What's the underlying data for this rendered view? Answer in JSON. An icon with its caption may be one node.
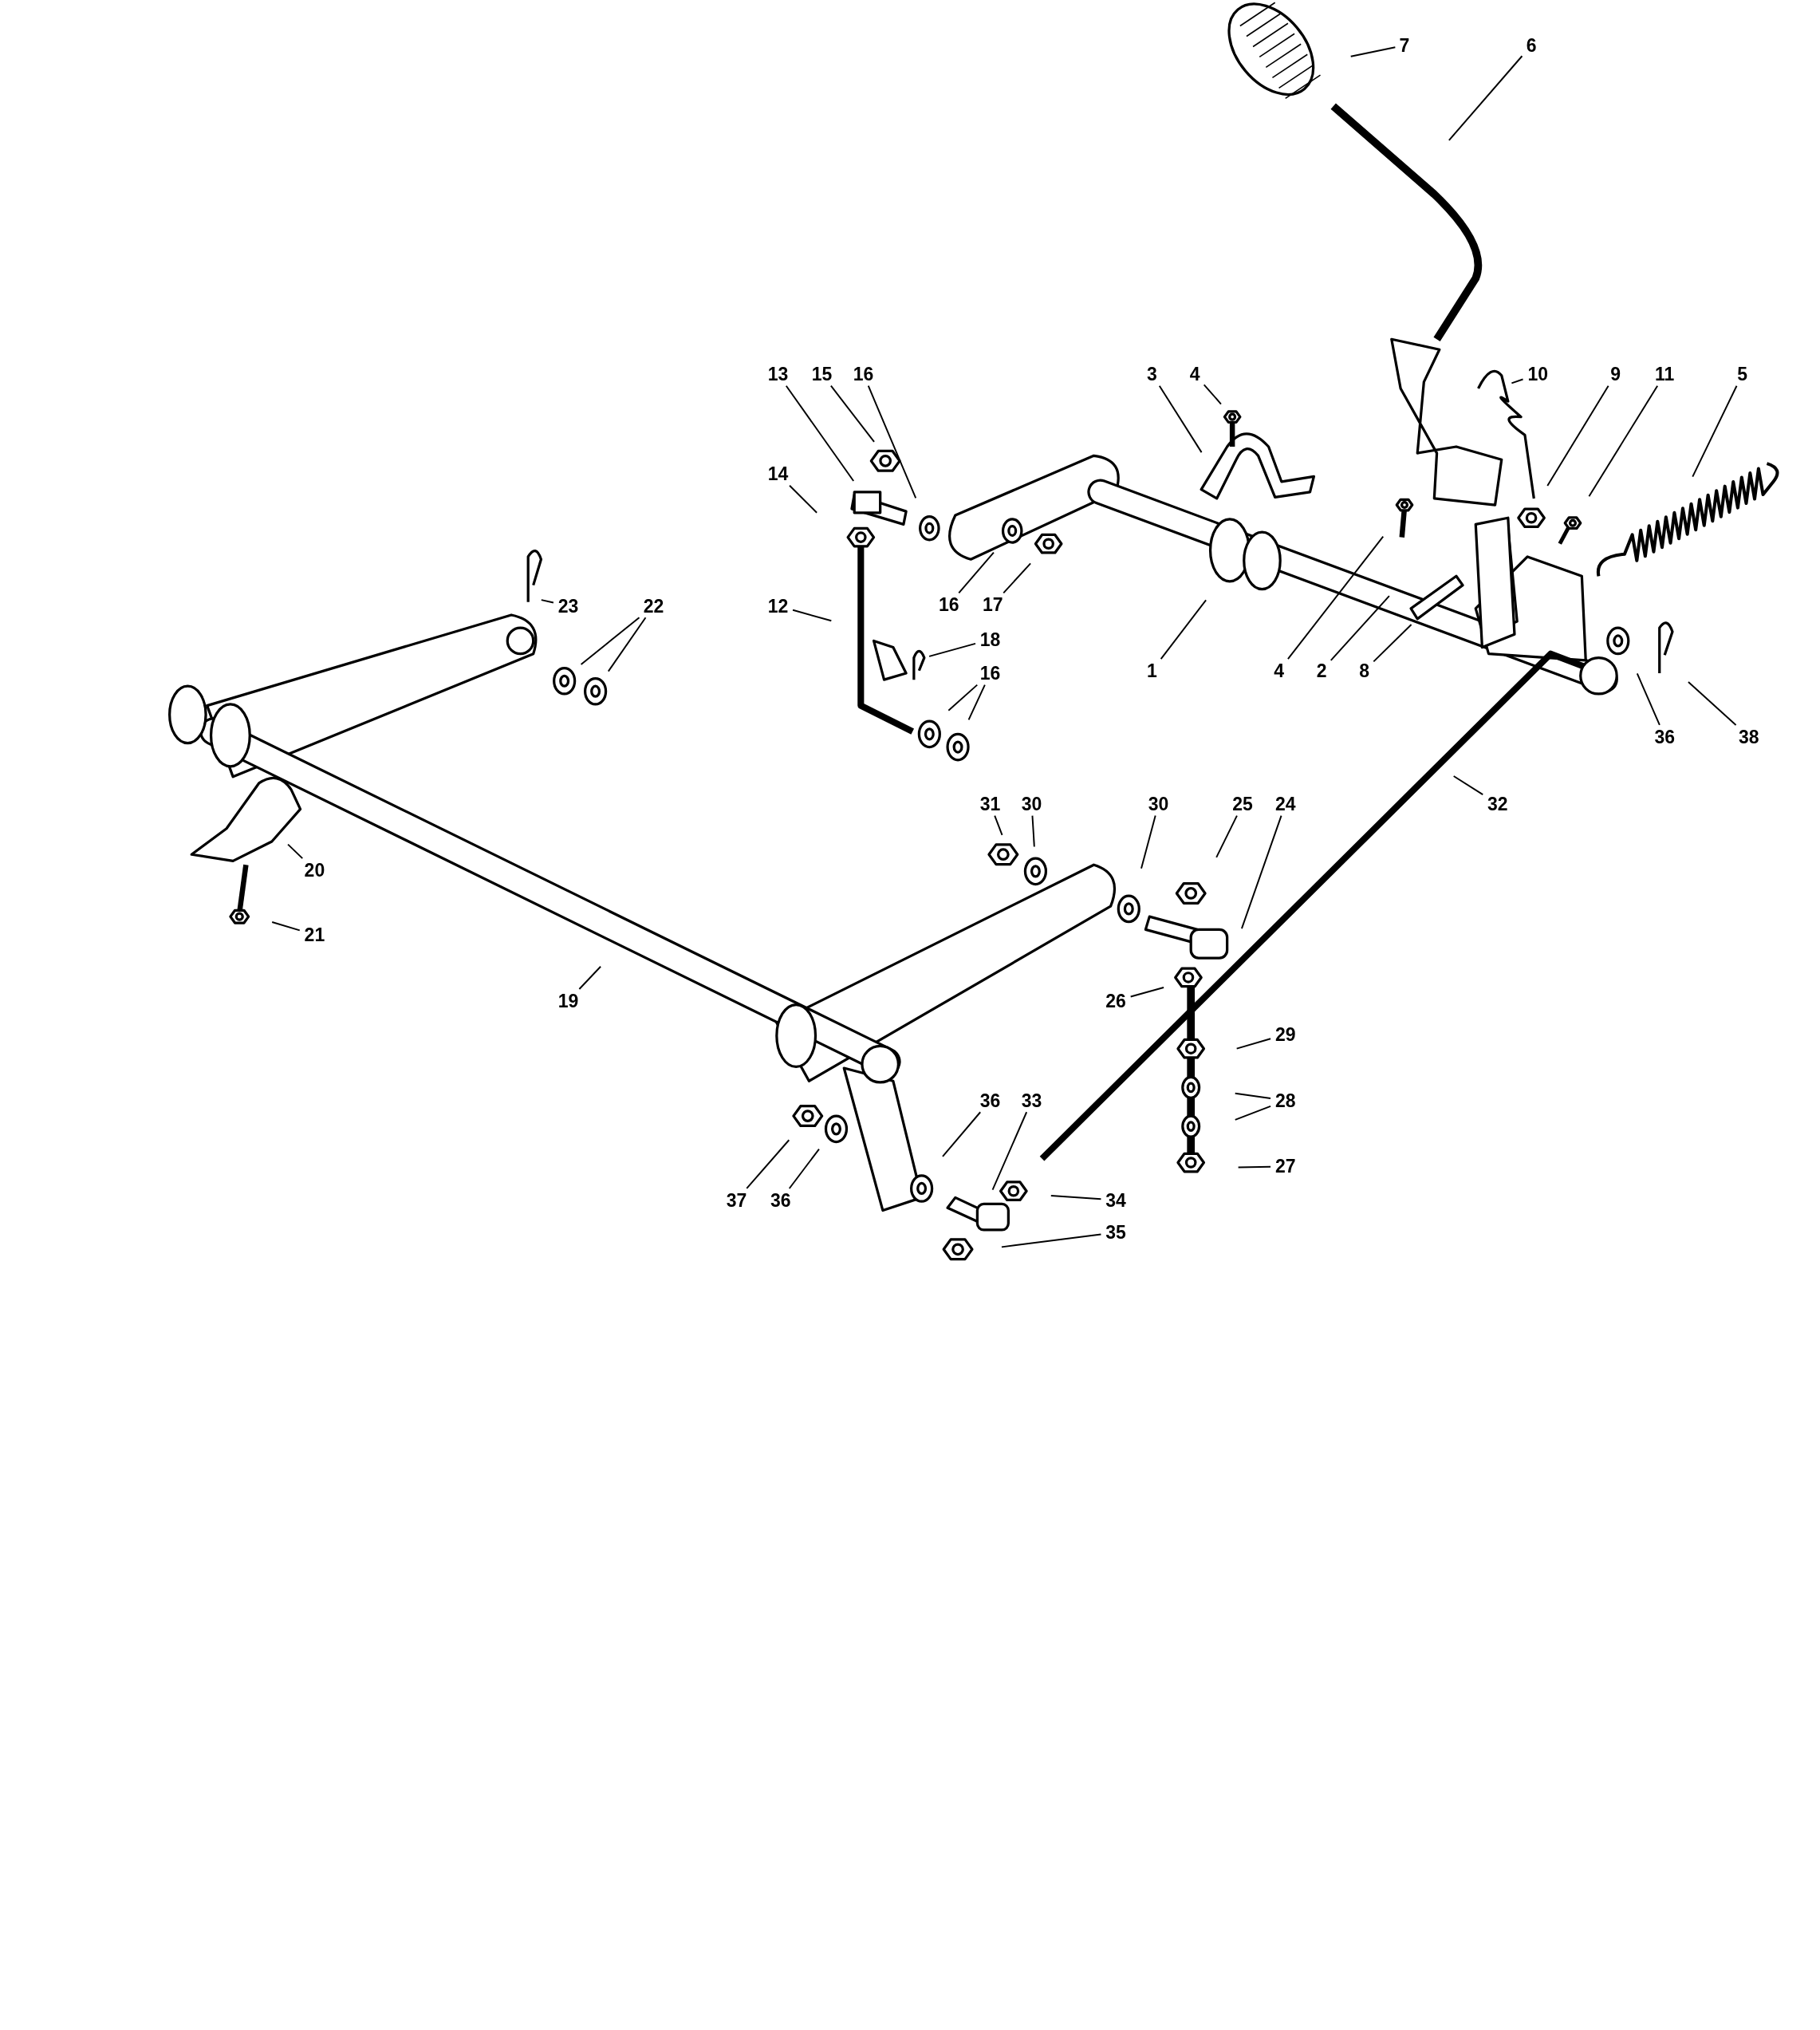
{
  "diagram": {
    "nodes": [
      {
        "text": [
          "7"
        ]
      },
      {
        "text": [
          "6"
        ]
      },
      {
        "text": [
          "13"
        ]
      },
      {
        "text": [
          "15"
        ]
      },
      {
        "text": [
          "16"
        ]
      },
      {
        "text": [
          "3"
        ]
      },
      {
        "text": [
          "4"
        ]
      },
      {
        "text": [
          "10"
        ]
      },
      {
        "text": [
          "9"
        ]
      },
      {
        "text": [
          "11"
        ]
      },
      {
        "text": [
          "5"
        ]
      },
      {
        "text": [
          "14"
        ]
      },
      {
        "text": [
          "16"
        ]
      },
      {
        "text": [
          "17"
        ]
      },
      {
        "text": [
          "23"
        ]
      },
      {
        "text": [
          "22"
        ]
      },
      {
        "text": [
          "12"
        ]
      },
      {
        "text": [
          "18"
        ]
      },
      {
        "text": [
          "16"
        ]
      },
      {
        "text": [
          "1"
        ]
      },
      {
        "text": [
          "4"
        ]
      },
      {
        "text": [
          "2"
        ]
      },
      {
        "text": [
          "8"
        ]
      },
      {
        "text": [
          "36"
        ]
      },
      {
        "text": [
          "38"
        ]
      },
      {
        "text": [
          "31"
        ]
      },
      {
        "text": [
          "30"
        ]
      },
      {
        "text": [
          "30"
        ]
      },
      {
        "text": [
          "25"
        ]
      },
      {
        "text": [
          "24"
        ]
      },
      {
        "text": [
          "32"
        ]
      },
      {
        "text": [
          "20"
        ]
      },
      {
        "text": [
          "21"
        ]
      },
      {
        "text": [
          "19"
        ]
      },
      {
        "text": [
          "26"
        ]
      },
      {
        "text": [
          "29"
        ]
      },
      {
        "text": [
          "28"
        ]
      },
      {
        "text": [
          "27"
        ]
      },
      {
        "text": [
          "36"
        ]
      },
      {
        "text": [
          "33"
        ]
      },
      {
        "text": [
          "37"
        ]
      },
      {
        "text": [
          "36"
        ]
      },
      {
        "text": [
          "34"
        ]
      },
      {
        "text": [
          "35"
        ]
      }
    ],
    "edges": [
      {
        "from": 0,
        "to": null,
        "arrow": "none"
      },
      {
        "from": 1,
        "to": null,
        "arrow": "none"
      },
      {
        "from": 2,
        "to": null,
        "arrow": "none"
      },
      {
        "from": 3,
        "to": null,
        "arrow": "none"
      },
      {
        "from": 4,
        "to": null,
        "arrow": "none"
      },
      {
        "from": 5,
        "to": null,
        "arrow": "none"
      },
      {
        "from": 6,
        "to": null,
        "arrow": "none"
      },
      {
        "from": 7,
        "to": null,
        "arrow": "none"
      },
      {
        "from": 8,
        "to": null,
        "arrow": "none"
      },
      {
        "from": 9,
        "to": null,
        "arrow": "none"
      },
      {
        "from": 10,
        "to": null,
        "arrow": "none"
      },
      {
        "from": 11,
        "to": null,
        "arrow": "none"
      },
      {
        "from": 12,
        "to": null,
        "arrow": "none"
      },
      {
        "from": 13,
        "to": null,
        "arrow": "none"
      },
      {
        "from": 14,
        "to": null,
        "arrow": "none"
      },
      {
        "from": 15,
        "to": null,
        "arrow": "none"
      },
      {
        "from": 15,
        "to": null,
        "arrow": "none"
      },
      {
        "from": 16,
        "to": null,
        "arrow": "none"
      },
      {
        "from": 17,
        "to": null,
        "arrow": "none"
      },
      {
        "from": 18,
        "to": null,
        "arrow": "none"
      },
      {
        "from": 18,
        "to": null,
        "arrow": "none"
      },
      {
        "from": 19,
        "to": null,
        "arrow": "none"
      },
      {
        "from": 20,
        "to": null,
        "arrow": "none"
      },
      {
        "from": 21,
        "to": null,
        "arrow": "none"
      },
      {
        "from": 22,
        "to": null,
        "arrow": "none"
      },
      {
        "from": 23,
        "to": null,
        "arrow": "none"
      },
      {
        "from": 24,
        "to": null,
        "arrow": "none"
      },
      {
        "from": 25,
        "to": null,
        "arrow": "none"
      },
      {
        "from": 26,
        "to": null,
        "arrow": "none"
      },
      {
        "from": 27,
        "to": null,
        "arrow": "none"
      },
      {
        "from": 28,
        "to": null,
        "arrow": "none"
      },
      {
        "from": 29,
        "to": null,
        "arrow": "none"
      },
      {
        "from": 30,
        "to": null,
        "arrow": "none"
      },
      {
        "from": 31,
        "to": null,
        "arrow": "none"
      },
      {
        "from": 32,
        "to": null,
        "arrow": "none"
      },
      {
        "from": 33,
        "to": null,
        "arrow": "none"
      },
      {
        "from": 34,
        "to": null,
        "arrow": "none"
      },
      {
        "from": 35,
        "to": null,
        "arrow": "none"
      },
      {
        "from": 36,
        "to": null,
        "arrow": "none"
      },
      {
        "from": 36,
        "to": null,
        "arrow": "none"
      },
      {
        "from": 37,
        "to": null,
        "arrow": "none"
      },
      {
        "from": 38,
        "to": null,
        "arrow": "none"
      },
      {
        "from": 39,
        "to": null,
        "arrow": "none"
      },
      {
        "from": 40,
        "to": null,
        "arrow": "none"
      },
      {
        "from": 41,
        "to": null,
        "arrow": "none"
      },
      {
        "from": 42,
        "to": null,
        "arrow": "none"
      },
      {
        "from": 43,
        "to": null,
        "arrow": "none"
      }
    ]
  }
}
